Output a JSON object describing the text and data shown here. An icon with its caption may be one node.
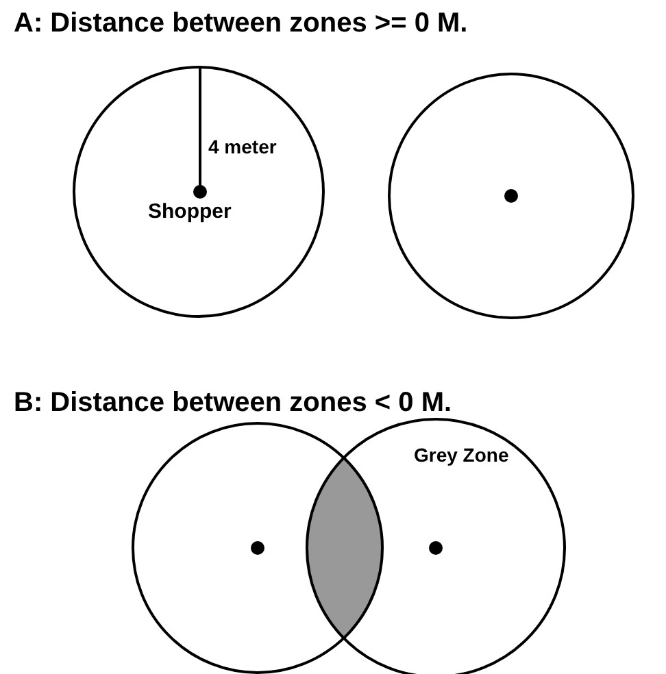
{
  "diagram": {
    "nodes": [
      {
        "text": [
          "Shopper"
        ]
      },
      {
        "text": [],
        "shape": "circle"
      },
      {
        "text": [],
        "shape": "circle"
      },
      {
        "text": [],
        "shape": "circle"
      },
      {
        "text": [],
        "shape": "lens"
      }
    ],
    "labels": [
      "A: Distance between zones >= 0 M.",
      "4 meter",
      "B: Distance between zones < 0 M.",
      "Grey Zone"
    ]
  }
}
